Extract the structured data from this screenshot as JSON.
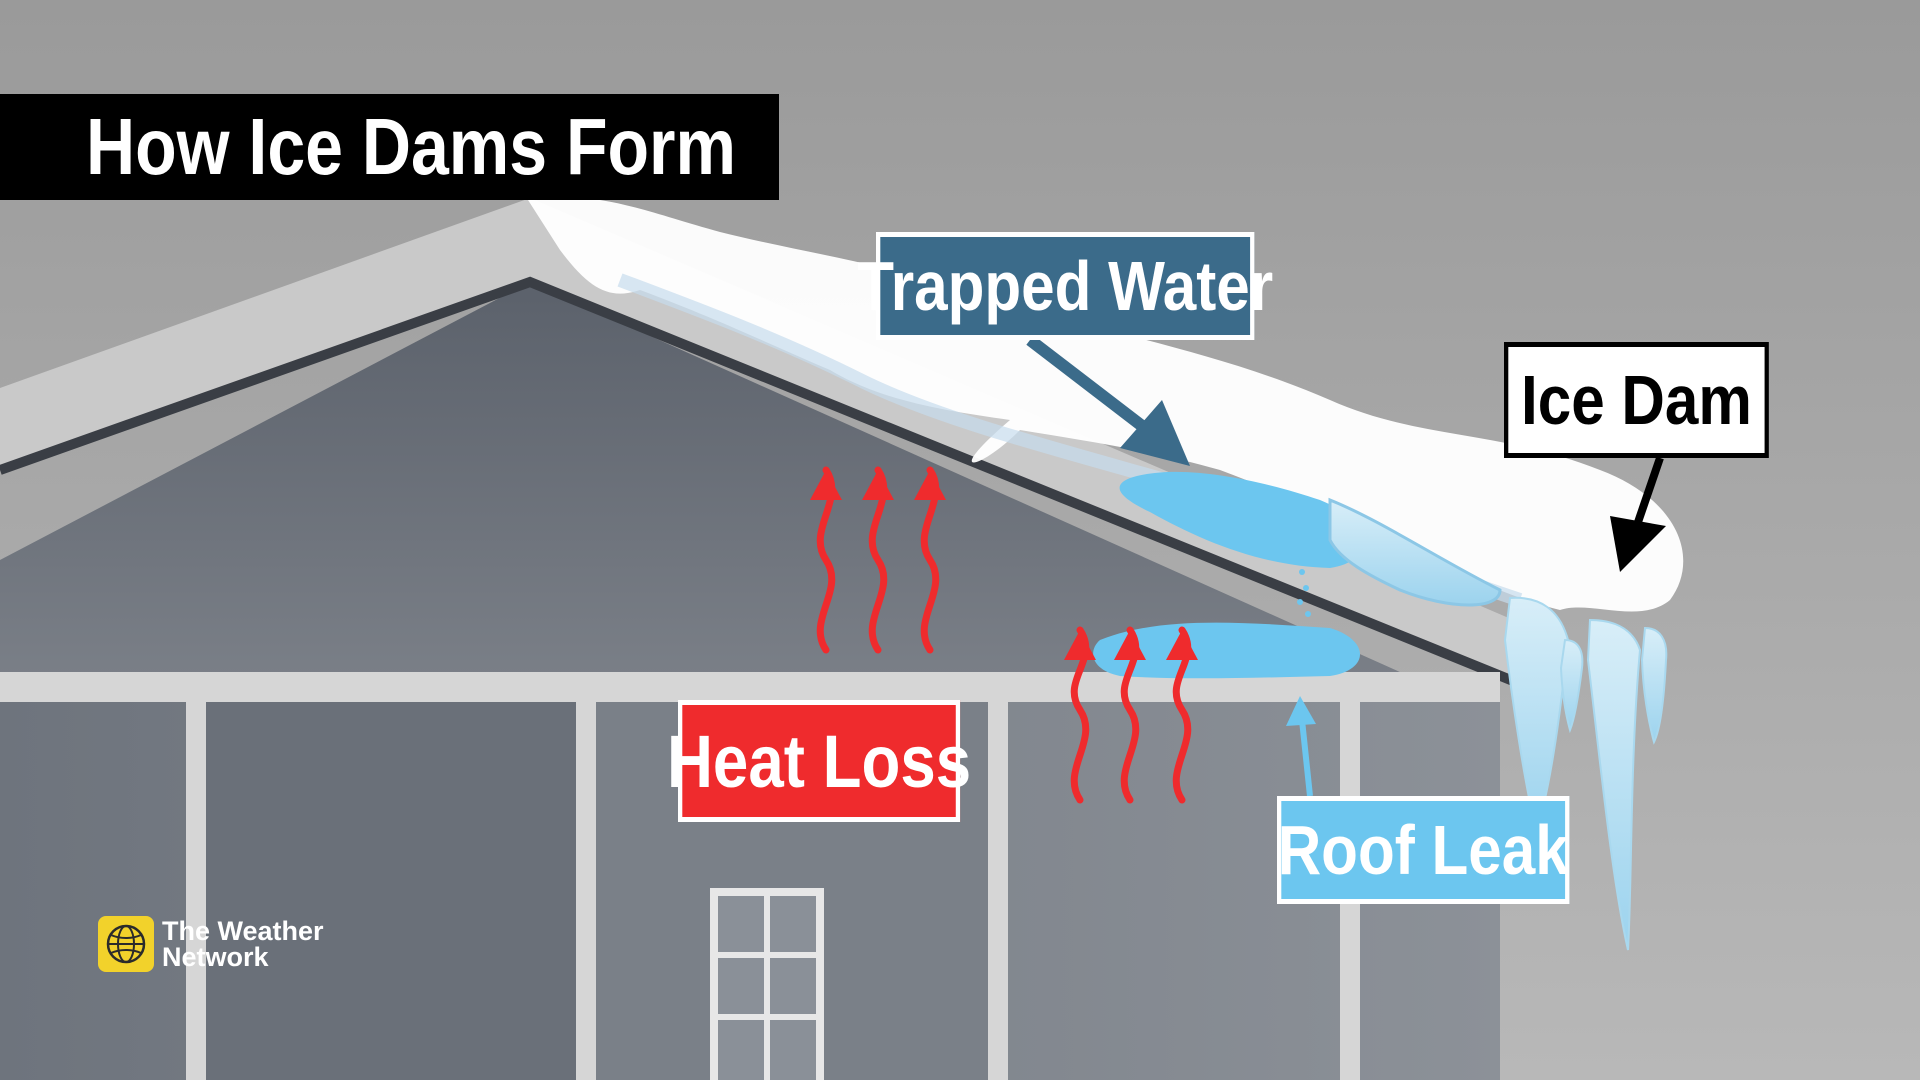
{
  "title": "How Ice Dams Form",
  "labels": {
    "trapped_water": "Trapped Water",
    "ice_dam": "Ice Dam",
    "heat_loss": "Heat Loss",
    "roof_leak": "Roof Leak"
  },
  "logo": {
    "line1": "The Weather",
    "line2": "Network"
  },
  "colors": {
    "heat_loss": "#ef2b2d",
    "trapped_water": "#3b6b8a",
    "roof_leak": "#6cc6ef",
    "ice_dam_bg": "#ffffff",
    "logo_mark": "#f2d22b"
  }
}
